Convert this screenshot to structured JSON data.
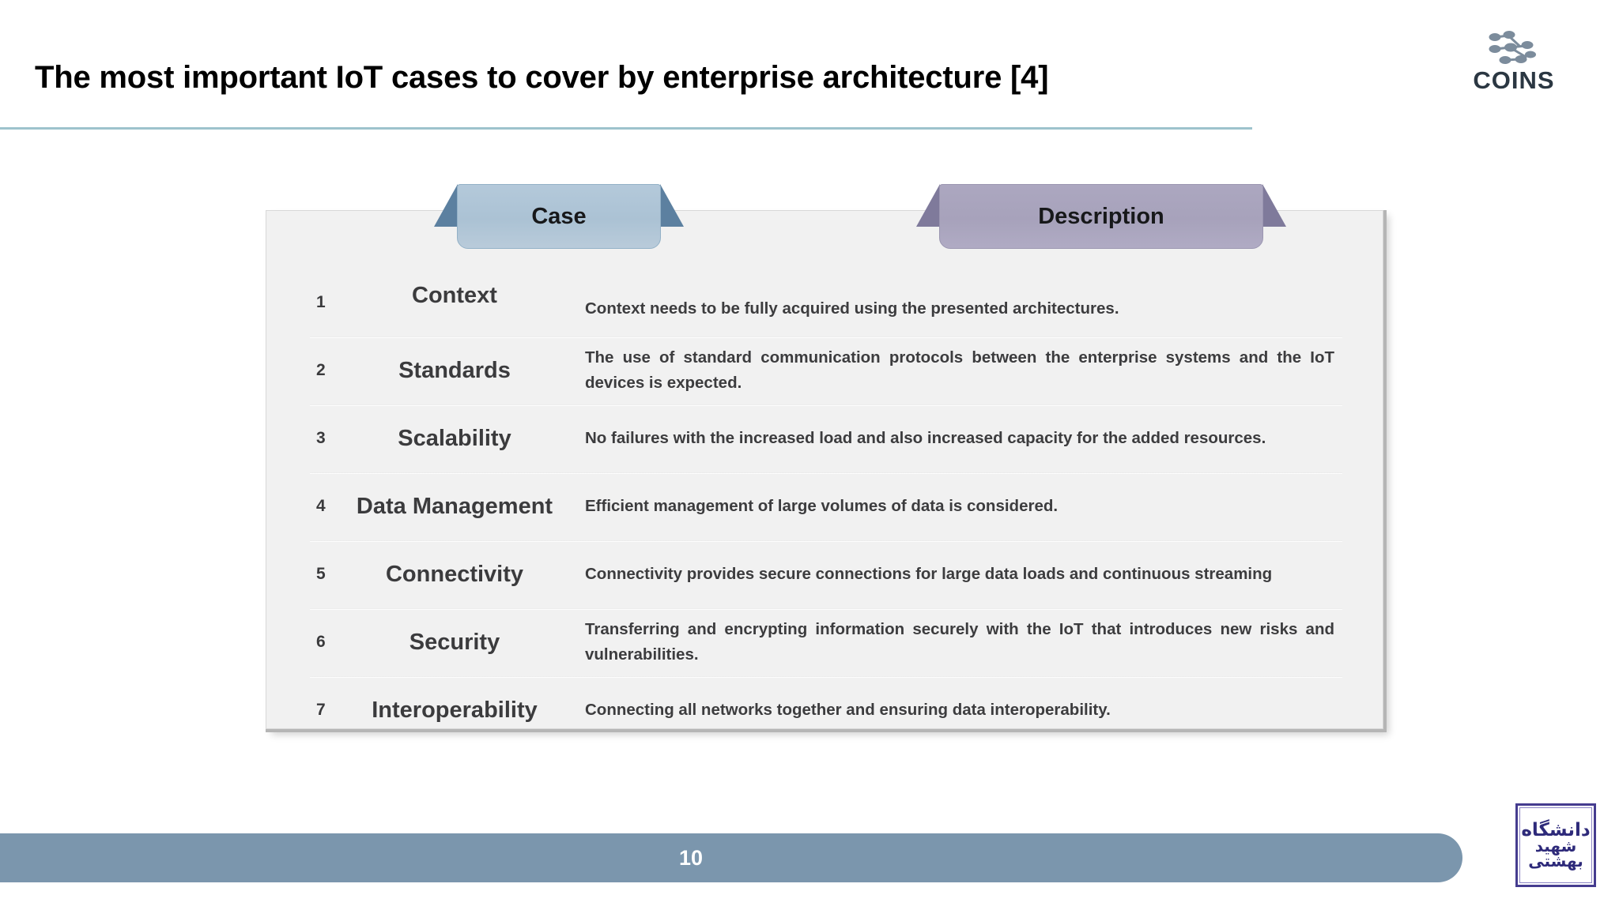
{
  "slide": {
    "title": "The most important IoT cases to cover by enterprise architecture [4]",
    "page_number": "10",
    "accent_rule_color": "#9ec3cd",
    "footer_bar_color": "#7b96ad"
  },
  "brand_logo": {
    "wordmark": "COINS",
    "mark_icon": "network-nodes-icon",
    "color": "#2b3742"
  },
  "university_logo": {
    "name": "shahid-beheshti-university-logo",
    "line1": "دانشگاه",
    "line2": "شهید",
    "line3": "بهشتی",
    "border_color": "#453c8f",
    "script_color": "#2e2a7a"
  },
  "table": {
    "headers": {
      "case": {
        "label": "Case",
        "fill": "#abc2d4",
        "tail_fill": "#5c80a0"
      },
      "description": {
        "label": "Description",
        "fill": "#a7a2bb",
        "tail_fill": "#7f7a9b"
      }
    },
    "rows": [
      {
        "num": "1",
        "case": "Context",
        "description": "Context needs to be fully acquired using the presented architectures.",
        "single_line": true
      },
      {
        "num": "2",
        "case": "Standards",
        "description": "The use of standard communication protocols between the enterprise systems and the IoT devices is expected.",
        "single_line": false
      },
      {
        "num": "3",
        "case": "Scalability",
        "description": "No failures with the increased load and also increased capacity for the added resources.",
        "single_line": false
      },
      {
        "num": "4",
        "case": "Data Management",
        "description": "Efficient management of large volumes of data is considered.",
        "single_line": true
      },
      {
        "num": "5",
        "case": "Connectivity",
        "description": "Connectivity provides secure connections for large data loads and continuous streaming",
        "single_line": false
      },
      {
        "num": "6",
        "case": "Security",
        "description": "Transferring and encrypting information securely with the IoT that introduces new risks and vulnerabilities.",
        "single_line": false
      },
      {
        "num": "7",
        "case": "Interoperability",
        "description": "Connecting all networks together and ensuring data interoperability.",
        "single_line": true
      }
    ]
  }
}
